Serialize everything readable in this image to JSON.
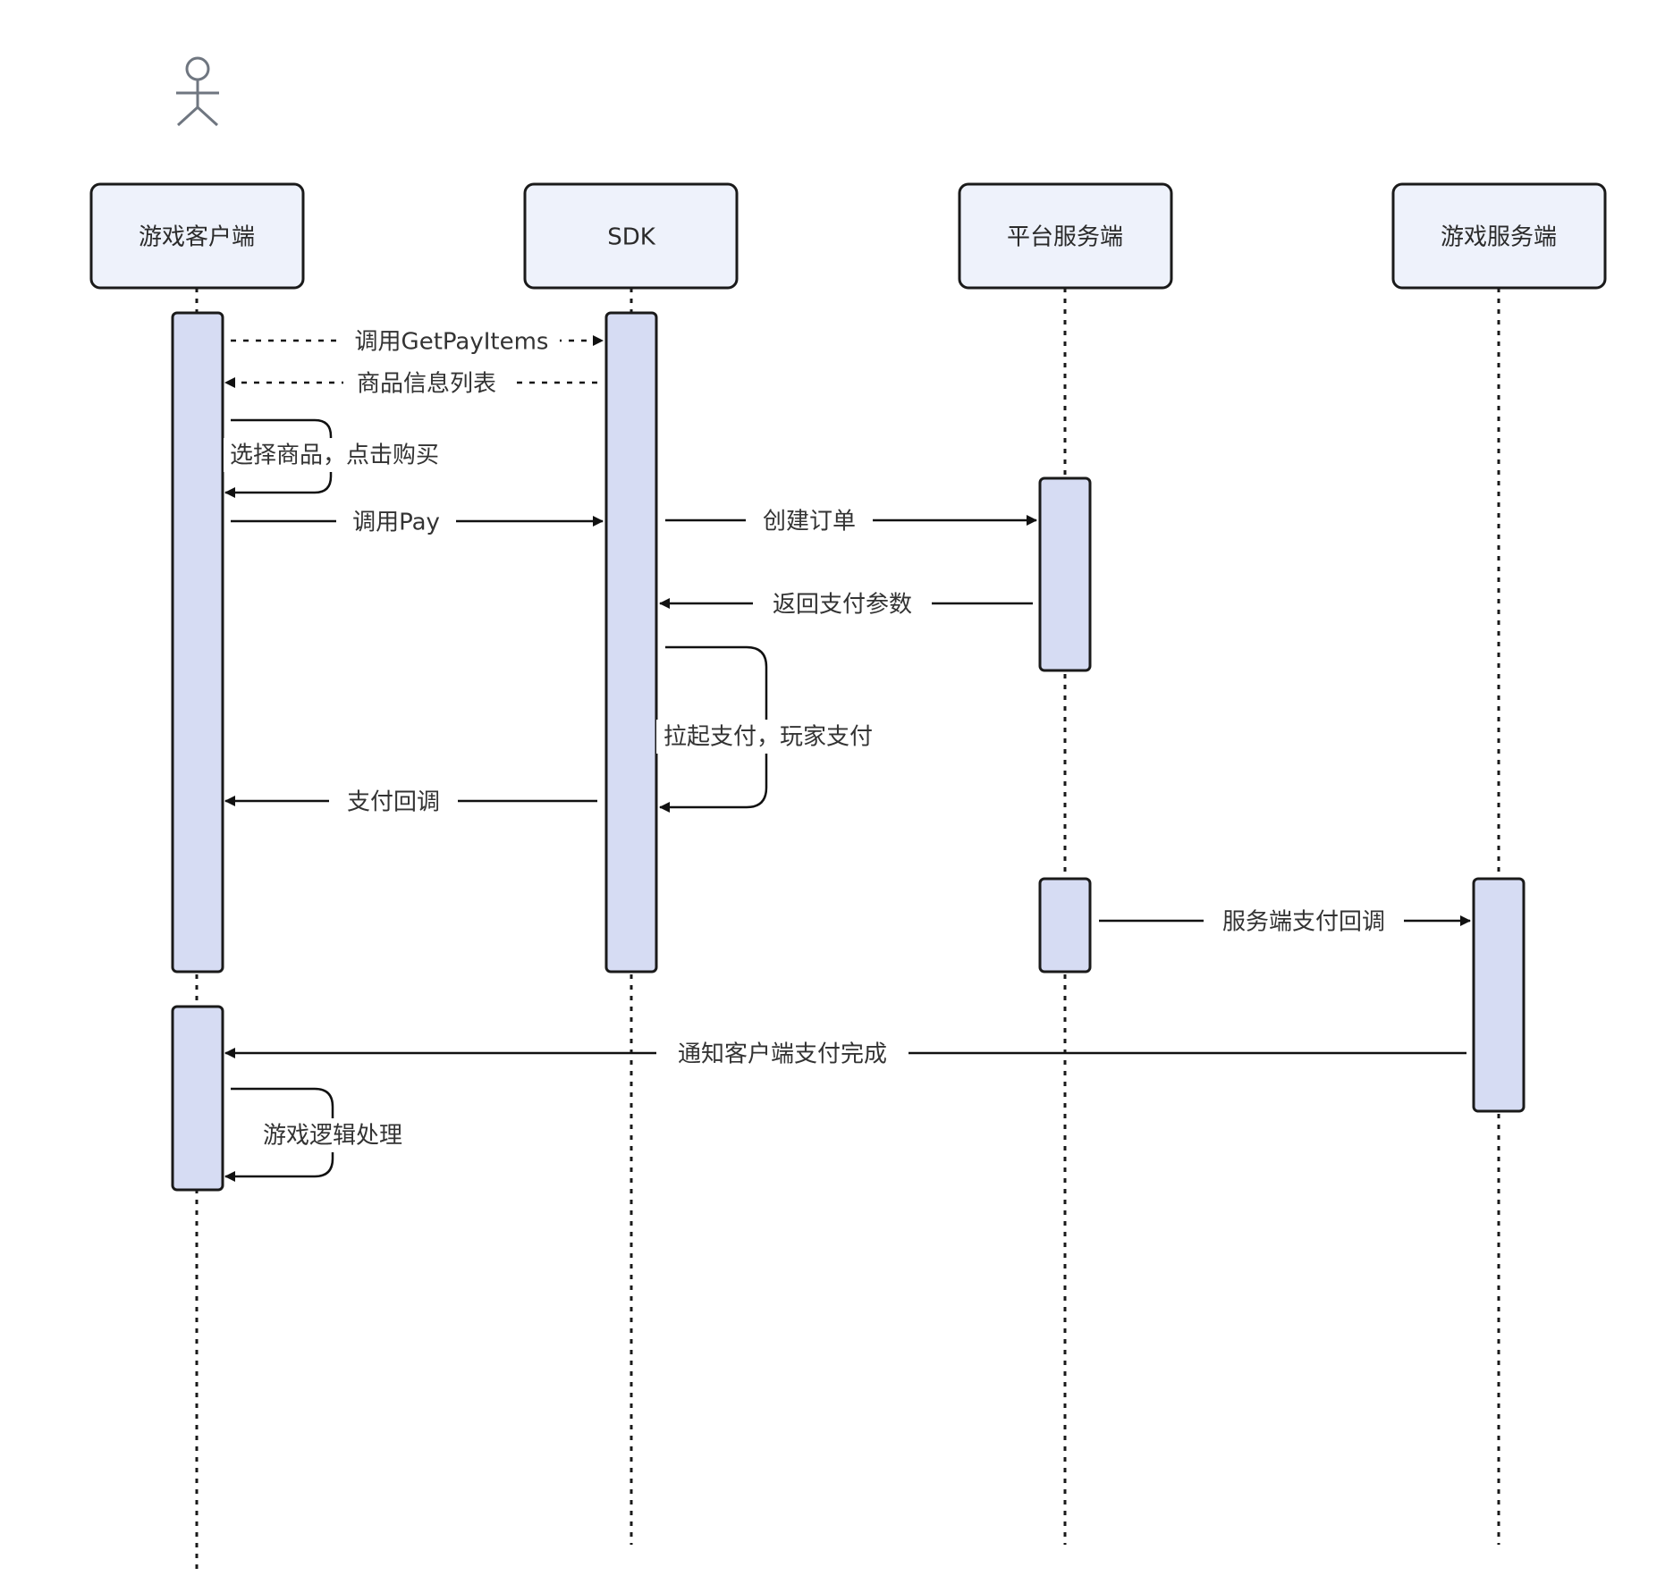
{
  "actor": {
    "icon": "person-icon",
    "color": "#6f7680"
  },
  "participants": [
    {
      "id": "client",
      "label": "游戏客户端"
    },
    {
      "id": "sdk",
      "label": "SDK"
    },
    {
      "id": "platform",
      "label": "平台服务端"
    },
    {
      "id": "gameserver",
      "label": "游戏服务端"
    }
  ],
  "messages": [
    {
      "from": "client",
      "to": "sdk",
      "label": "调用GetPayItems",
      "style": "dashed"
    },
    {
      "from": "sdk",
      "to": "client",
      "label": "商品信息列表",
      "style": "dashed"
    },
    {
      "from": "client",
      "to": "client",
      "label": "选择商品，点击购买",
      "style": "solid"
    },
    {
      "from": "client",
      "to": "sdk",
      "label": "调用Pay",
      "style": "solid"
    },
    {
      "from": "sdk",
      "to": "platform",
      "label": "创建订单",
      "style": "solid"
    },
    {
      "from": "platform",
      "to": "sdk",
      "label": "返回支付参数",
      "style": "solid"
    },
    {
      "from": "sdk",
      "to": "sdk",
      "label": "拉起支付，玩家支付",
      "style": "solid"
    },
    {
      "from": "sdk",
      "to": "client",
      "label": "支付回调",
      "style": "solid"
    },
    {
      "from": "platform",
      "to": "gameserver",
      "label": "服务端支付回调",
      "style": "solid"
    },
    {
      "from": "gameserver",
      "to": "client",
      "label": "通知客户端支付完成",
      "style": "solid"
    },
    {
      "from": "client",
      "to": "client",
      "label": "游戏逻辑处理",
      "style": "solid"
    }
  ],
  "colors": {
    "participant_fill": "#eef2fb",
    "activation_fill": "#d6dcf3",
    "border": "#1a1a1a"
  }
}
